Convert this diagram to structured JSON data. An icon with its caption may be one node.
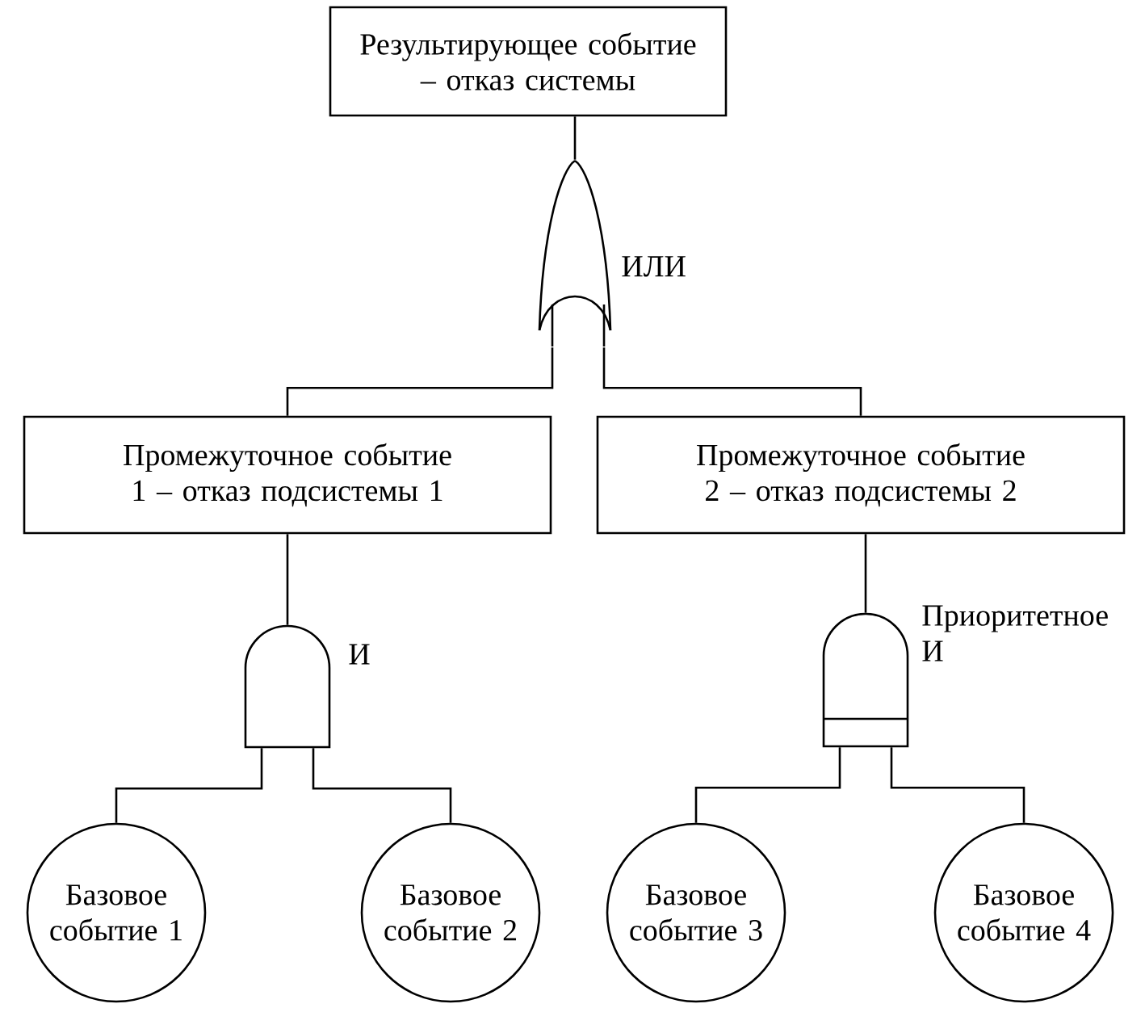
{
  "diagram": {
    "nodes": [
      {
        "text": [
          "Результирующее событие – отказ системы"
        ]
      },
      {
        "text": [],
        "shape": "or-gate",
        "beside": [
          "ИЛИ"
        ]
      },
      {
        "text": [
          "Промежуточное событие 1 – отказ подсистемы 1"
        ]
      },
      {
        "text": [
          "Промежуточное событие 2 – отказ подсистемы 2"
        ]
      },
      {
        "text": [],
        "shape": "and-gate",
        "beside": [
          "И"
        ]
      },
      {
        "text": [],
        "shape": "priority-and-gate",
        "beside": [
          "Приоритетное И"
        ]
      },
      {
        "text": [
          "Базовое событие 1"
        ]
      },
      {
        "text": [
          "Базовое событие 2"
        ]
      },
      {
        "text": [
          "Базовое событие 3"
        ]
      },
      {
        "text": [
          "Базовое событие 4"
        ]
      }
    ],
    "edges": [
      {
        "from": 0,
        "to": 1,
        "arrow": "none"
      },
      {
        "from": 1,
        "to": 2,
        "arrow": "none"
      },
      {
        "from": 1,
        "to": 3,
        "arrow": "none"
      },
      {
        "from": 2,
        "to": 4,
        "arrow": "none"
      },
      {
        "from": 3,
        "to": 5,
        "arrow": "none"
      },
      {
        "from": 4,
        "to": 6,
        "arrow": "none"
      },
      {
        "from": 4,
        "to": 7,
        "arrow": "none"
      },
      {
        "from": 5,
        "to": 8,
        "arrow": "none"
      },
      {
        "from": 5,
        "to": 9,
        "arrow": "none"
      }
    ]
  }
}
